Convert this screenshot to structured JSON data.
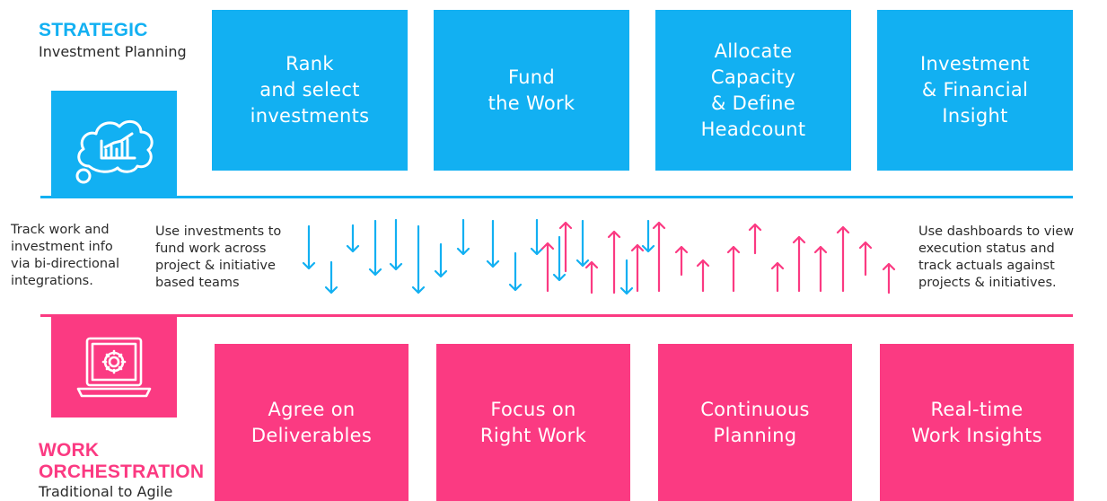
{
  "colors": {
    "blue": "#12b0f2",
    "pink": "#fb3a82",
    "text": "#2b2b2b"
  },
  "strategic": {
    "title": "STRATEGIC",
    "subtitle": "Investment Planning",
    "icon": "cloud-chart-icon",
    "boxes": [
      {
        "label": "Rank\nand select\ninvestments"
      },
      {
        "label": "Fund\nthe Work"
      },
      {
        "label": "Allocate\nCapacity\n& Define\nHeadcount"
      },
      {
        "label": "Investment\n& Financial\nInsight"
      }
    ]
  },
  "middle": {
    "left_note": "Track work and\ninvestment info\nvia bi-directional\nintegrations.",
    "down_note": "Use investments to\nfund work across\nproject & initiative\nbased teams",
    "up_note": "Use dashboards to view\nexecution status and\ntrack actuals against\nprojects & initiatives.",
    "arrow_icons": {
      "down": "arrow-down-icon",
      "up": "arrow-up-icon"
    }
  },
  "work": {
    "title_line1": "WORK",
    "title_line2": "ORCHESTRATION",
    "subtitle": "Traditional to Agile",
    "icon": "laptop-gear-icon",
    "boxes": [
      {
        "label": "Agree on\nDeliverables"
      },
      {
        "label": "Focus on\nRight Work"
      },
      {
        "label": "Continuous\nPlanning"
      },
      {
        "label": "Real-time\nWork Insights"
      }
    ]
  }
}
